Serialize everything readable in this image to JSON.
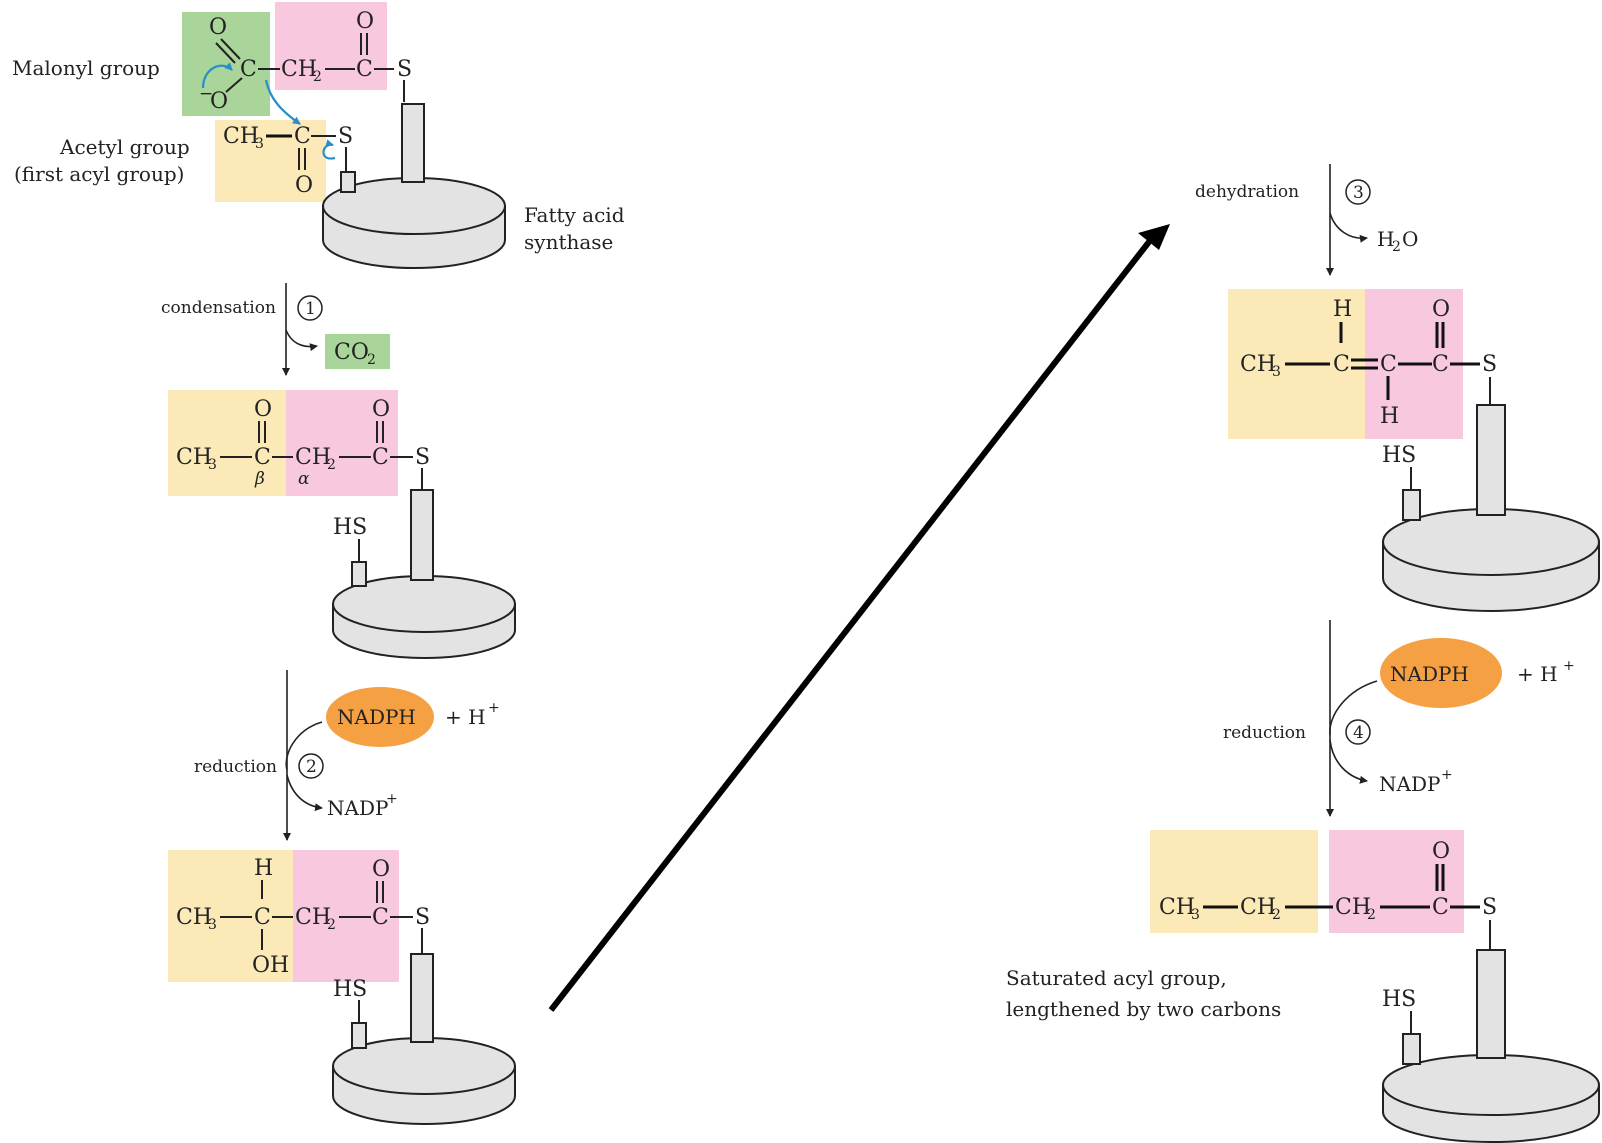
{
  "colors": {
    "yellow": "#fbe9b7",
    "pink": "#f7c8de",
    "green": "#a9d49a",
    "nadph": "#f5a043",
    "big_arrow": "#000000",
    "curved_arrow": "#2a8fc8"
  },
  "labels": {
    "malonyl_group": "Malonyl group",
    "acetyl_group": "Acetyl group",
    "first_acyl_group": "(first acyl group)",
    "fatty_acid": "Fatty acid",
    "synthase": "synthase",
    "saturated_line1": "Saturated acyl group,",
    "saturated_line2": "lengthened by two carbons"
  },
  "steps": [
    {
      "name": "condensation",
      "number": "1",
      "product": "CO",
      "product_sub": "2"
    },
    {
      "name": "reduction",
      "number": "2",
      "reagent": "NADPH",
      "extra": "+ H",
      "extra_sup": "+",
      "product": "NADP",
      "product_sup": "+"
    },
    {
      "name": "dehydration",
      "number": "3",
      "product": "H",
      "product_sub": "2",
      "product_tail": "O"
    },
    {
      "name": "reduction",
      "number": "4",
      "reagent": "NADPH",
      "extra": "+ H",
      "extra_sup": "+",
      "product": "NADP",
      "product_sup": "+"
    }
  ],
  "chem": {
    "O": "O",
    "C": "C",
    "S": "S",
    "H": "H",
    "HS": "HS",
    "OH": "OH",
    "CH": "CH",
    "three": "3",
    "two": "2",
    "minus": "−",
    "beta": "β",
    "alpha": "α"
  }
}
